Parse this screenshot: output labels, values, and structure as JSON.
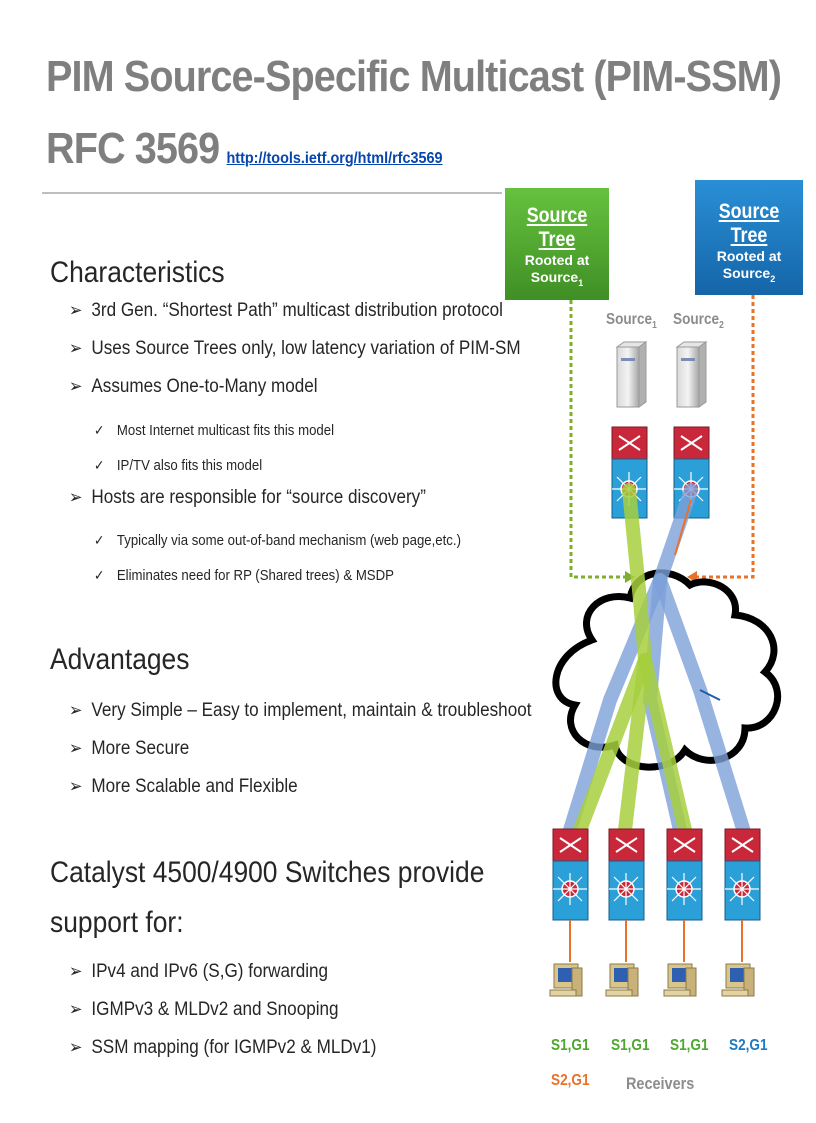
{
  "title": {
    "line1": "PIM Source-Specific Multicast (PIM-SSM)",
    "line2": "RFC 3569",
    "link": "http://tools.ietf.org/html/rfc3569"
  },
  "characteristics": {
    "heading": "Characteristics",
    "b1": "3rd Gen. “Shortest Path” multicast distribution protocol",
    "b2": "Uses Source Trees only, low latency variation of PIM-SM",
    "b3": "Assumes One-to-Many model",
    "b3_sub1": "Most Internet multicast fits this model",
    "b3_sub2": "IP/TV also fits this model",
    "b4": "Hosts are responsible for “source discovery”",
    "b4_sub1": "Typically via some out-of-band mechanism  (web page,etc.)",
    "b4_sub2": "Eliminates need for RP (Shared trees) & MSDP"
  },
  "advantages": {
    "heading": "Advantages",
    "b1": "Very Simple – Easy to implement, maintain & troubleshoot",
    "b2": "More Secure",
    "b3": "More Scalable and Flexible"
  },
  "catalyst": {
    "heading1": "Catalyst 4500/4900 Switches provide",
    "heading2": "support for:",
    "b1": "IPv4 and IPv6 (S,G) forwarding",
    "b2": "IGMPv3 & MLDv2 and Snooping",
    "b3": "SSM mapping (for IGMPv2 & MLDv1)"
  },
  "diagram": {
    "green_box": {
      "title": "Source Tree",
      "sub1": "Rooted at",
      "sub2": "Source",
      "sub2_index": "1"
    },
    "blue_box": {
      "title": "Source Tree",
      "sub1": "Rooted at",
      "sub2": "Source",
      "sub2_index": "2"
    },
    "source1_label": "Source",
    "source1_index": "1",
    "source2_label": "Source",
    "source2_index": "2",
    "receivers_label": "Receivers",
    "receiver_groups": [
      "S1,G1",
      "S1,G1",
      "S1,G1",
      "S2,G1"
    ],
    "extra_group": "S2,G1",
    "colors": {
      "green": "#4ea72e",
      "blue": "#1f7ac1",
      "orange": "#e8722a",
      "gray": "#8c8c8c"
    }
  }
}
